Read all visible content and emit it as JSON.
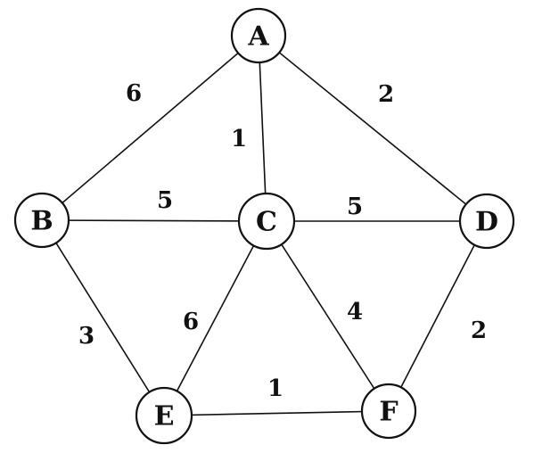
{
  "graph": {
    "nodes": [
      {
        "id": "A",
        "label": "A"
      },
      {
        "id": "B",
        "label": "B"
      },
      {
        "id": "C",
        "label": "C"
      },
      {
        "id": "D",
        "label": "D"
      },
      {
        "id": "E",
        "label": "E"
      },
      {
        "id": "F",
        "label": "F"
      }
    ],
    "edges": [
      {
        "from": "A",
        "to": "B",
        "weight": "6"
      },
      {
        "from": "A",
        "to": "C",
        "weight": "1"
      },
      {
        "from": "A",
        "to": "D",
        "weight": "2"
      },
      {
        "from": "B",
        "to": "C",
        "weight": "5"
      },
      {
        "from": "C",
        "to": "D",
        "weight": "5"
      },
      {
        "from": "B",
        "to": "E",
        "weight": "3"
      },
      {
        "from": "C",
        "to": "E",
        "weight": "6"
      },
      {
        "from": "C",
        "to": "F",
        "weight": "4"
      },
      {
        "from": "D",
        "to": "F",
        "weight": "2"
      },
      {
        "from": "E",
        "to": "F",
        "weight": "1"
      }
    ]
  }
}
